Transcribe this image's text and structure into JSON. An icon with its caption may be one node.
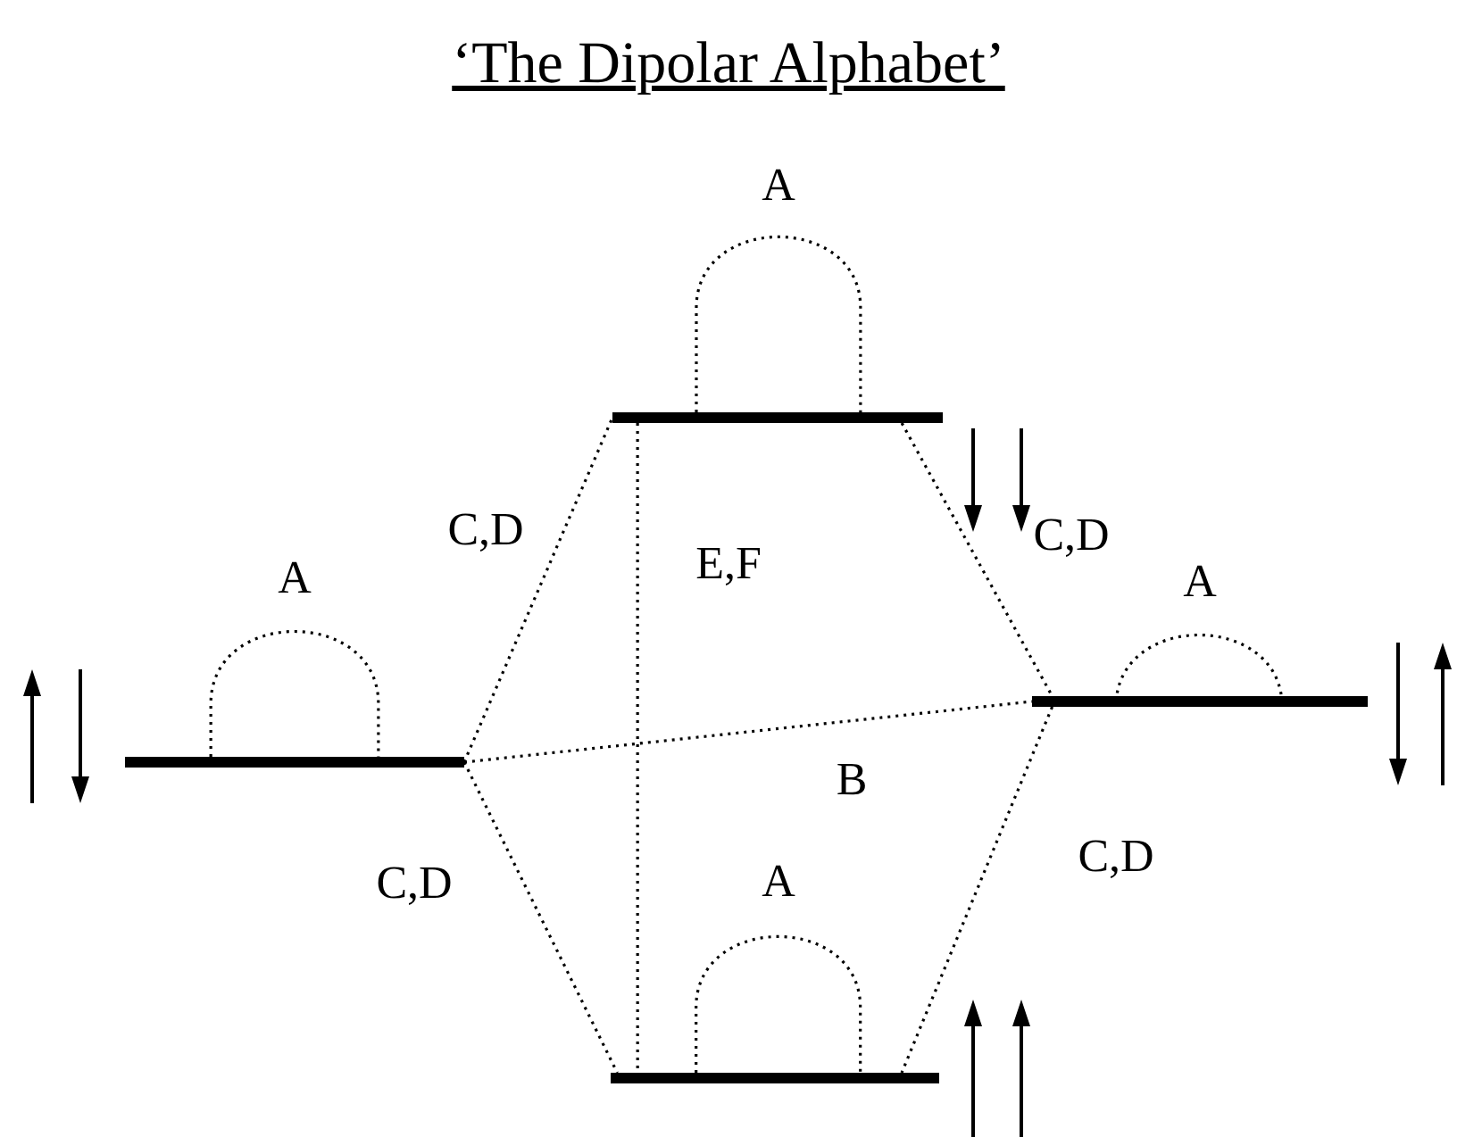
{
  "diagram": {
    "title": "‘The Dipolar Alphabet’",
    "nodes": [
      {
        "text": [],
        "shape": "bar"
      },
      {
        "text": [],
        "shape": "bar"
      },
      {
        "text": [],
        "shape": "bar"
      },
      {
        "text": [],
        "shape": "bar"
      }
    ],
    "edges": [
      {
        "from": 0,
        "to": 0,
        "arrow": "none",
        "label": "A",
        "style": "dashed"
      },
      {
        "from": 1,
        "to": 1,
        "arrow": "none",
        "label": "A",
        "style": "dashed"
      },
      {
        "from": 2,
        "to": 2,
        "arrow": "none",
        "label": "A",
        "style": "dashed"
      },
      {
        "from": 3,
        "to": 3,
        "arrow": "none",
        "label": "A",
        "style": "dashed"
      },
      {
        "from": 1,
        "to": 0,
        "arrow": "none",
        "label": "C,D",
        "style": "dashed"
      },
      {
        "from": 0,
        "to": 2,
        "arrow": "none",
        "label": "C,D",
        "style": "dashed"
      },
      {
        "from": 0,
        "to": 3,
        "arrow": "none",
        "label": "E,F",
        "style": "dashed"
      },
      {
        "from": 1,
        "to": 2,
        "arrow": "none",
        "label": "B",
        "style": "dashed"
      },
      {
        "from": 1,
        "to": 3,
        "arrow": "none",
        "label": "C,D",
        "style": "dashed"
      },
      {
        "from": 2,
        "to": 3,
        "arrow": "none",
        "label": "C,D",
        "style": "dashed"
      }
    ]
  }
}
